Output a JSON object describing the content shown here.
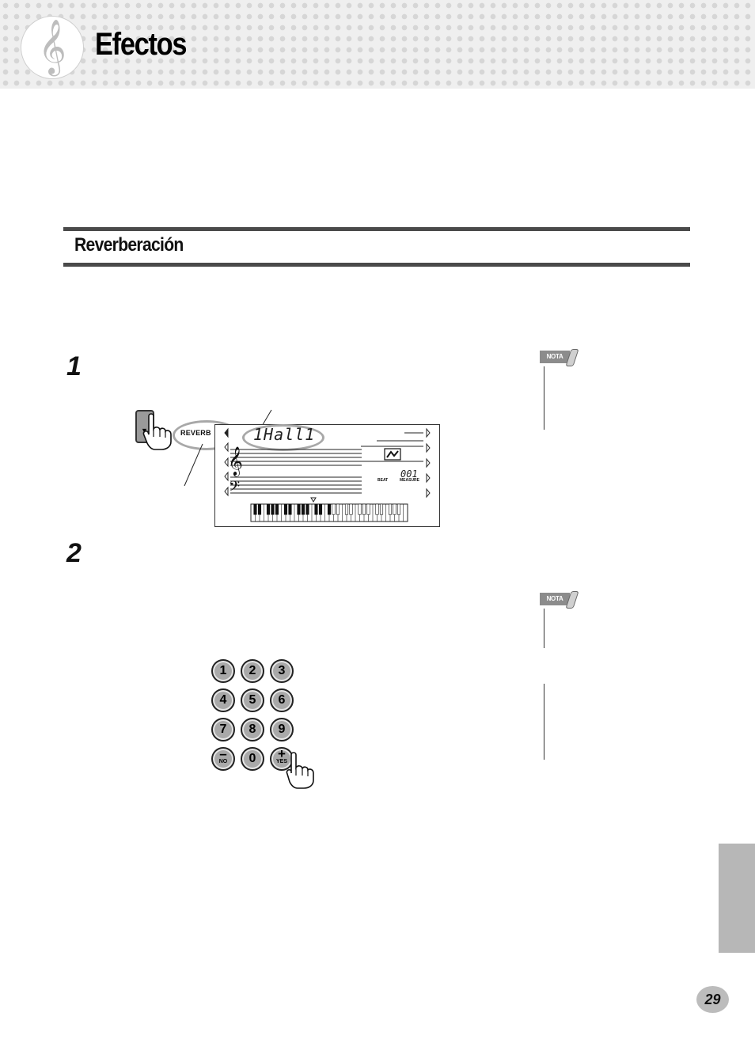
{
  "header": {
    "title": "Efectos",
    "logo_icon": "treble-clef-icon",
    "logo_glyph": "𝄞"
  },
  "section": {
    "title": "Reverberación"
  },
  "steps": [
    {
      "number": "1"
    },
    {
      "number": "2"
    }
  ],
  "notes": [
    {
      "label": "NOTA"
    },
    {
      "label": "NOTA"
    }
  ],
  "lcd": {
    "voice_display": "1Hall1",
    "beat_label": "BEAT",
    "measure_label": "MEASURE",
    "measure_value": "001"
  },
  "reverb_button": {
    "label": "REVERB"
  },
  "keypad": {
    "keys": [
      "1",
      "2",
      "3",
      "4",
      "5",
      "6",
      "7",
      "8",
      "9",
      "–",
      "0",
      "+"
    ],
    "no_label": "NO",
    "yes_label": "YES"
  },
  "page": {
    "number": "29"
  },
  "colors": {
    "header_dots": "#d6d6d6",
    "section_rule": "#4a4a4a",
    "callout_oval": "#a8a8a8",
    "side_tab": "#b7b7b7"
  }
}
